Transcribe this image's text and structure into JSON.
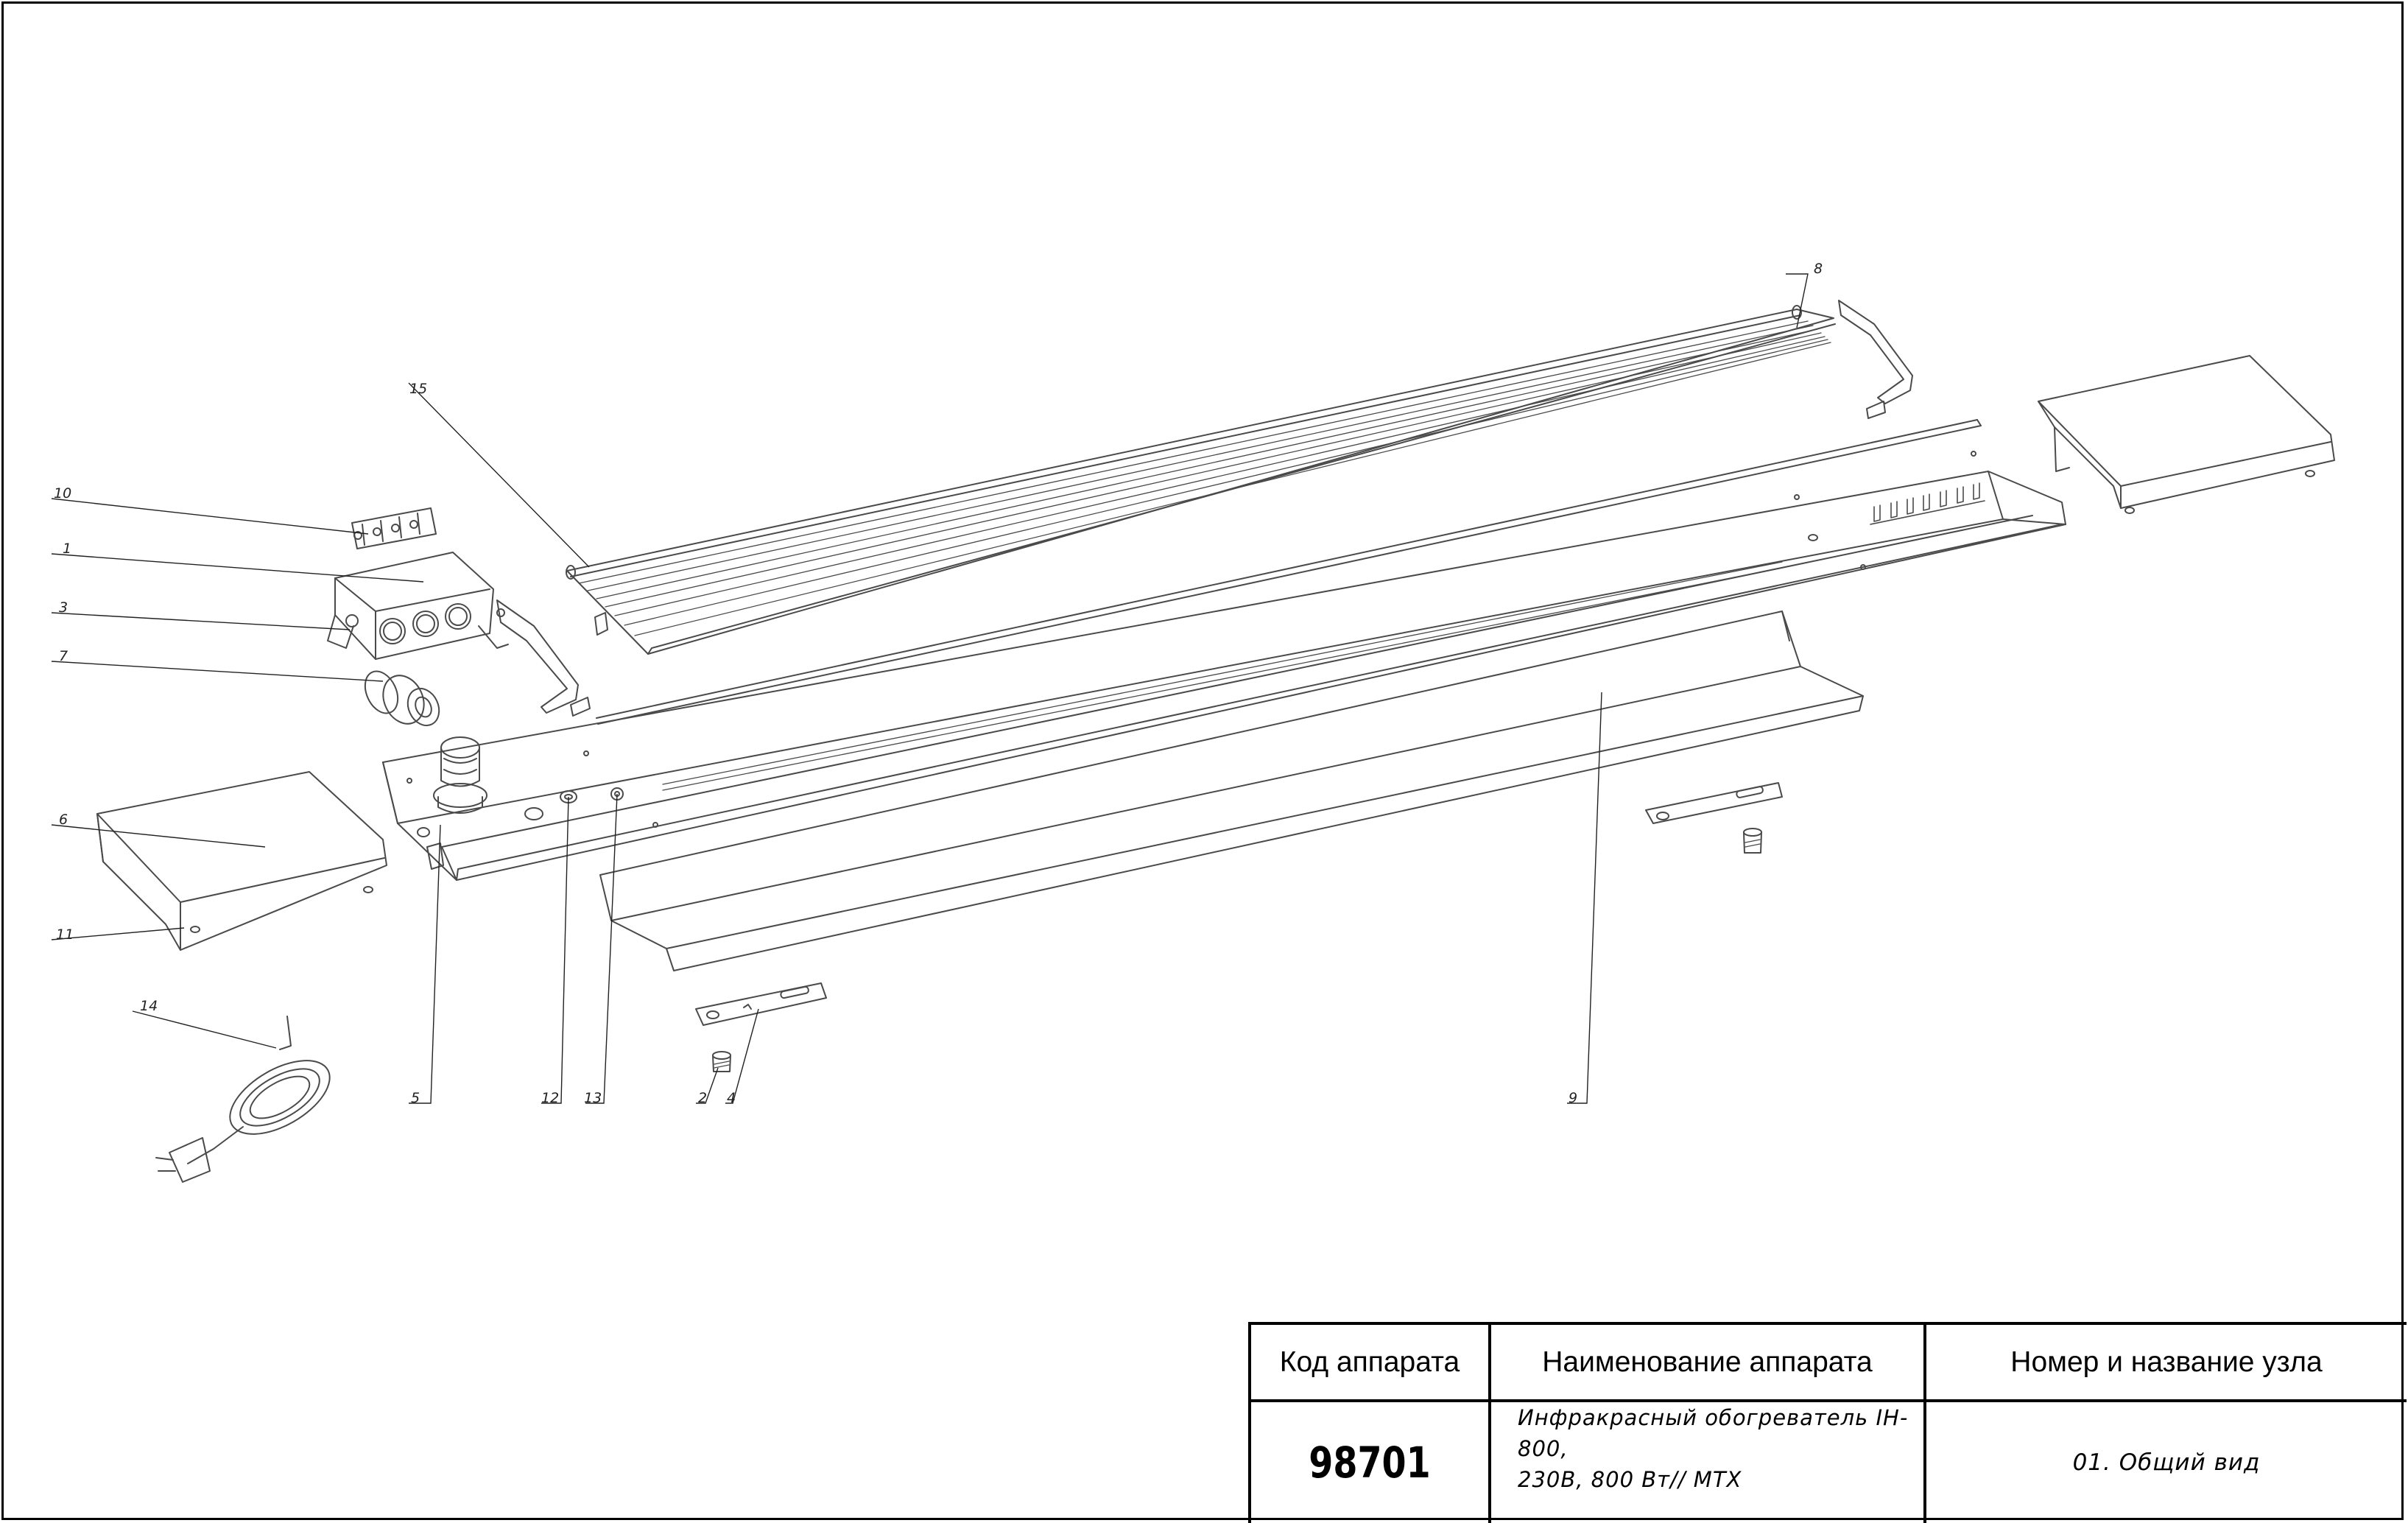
{
  "callouts": [
    "1",
    "2",
    "3",
    "4",
    "5",
    "6",
    "7",
    "8",
    "9",
    "10",
    "11",
    "12",
    "13",
    "14",
    "15"
  ],
  "title_block": {
    "col_code_header": "Код аппарата",
    "col_name_header": "Наименование аппарата",
    "col_node_header": "Номер и название узла",
    "code": "98701",
    "name_line1": "Инфракрасный обогреватель IH- 800,",
    "name_line2": "230В, 800 Вт// MTX",
    "node": "01. Общий вид"
  },
  "colors": {
    "line": "#4a4a4a",
    "border": "#000000",
    "background": "#ffffff"
  }
}
